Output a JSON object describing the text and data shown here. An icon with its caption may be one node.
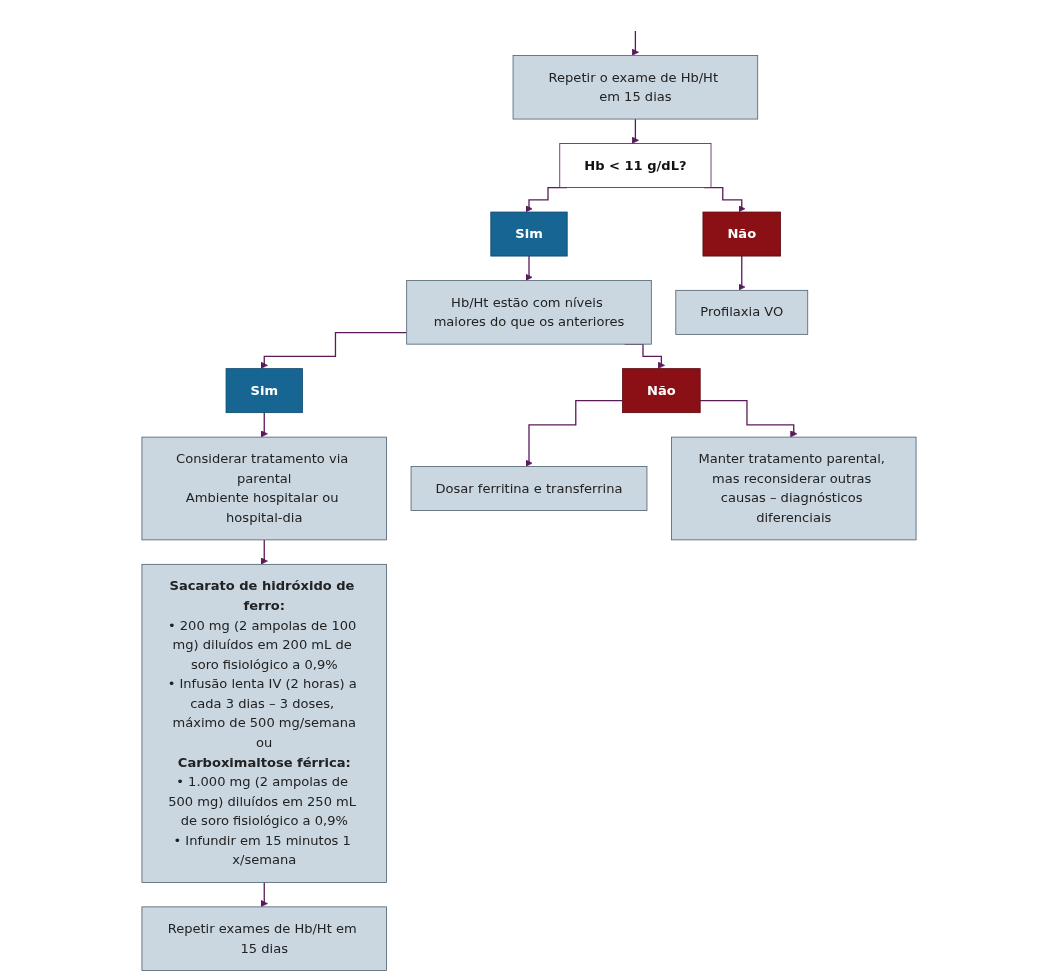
{
  "diagram": {
    "nodes": [
      {
        "text": [
          "Repetir o exame de Hb/Ht em 15 dias"
        ]
      },
      {
        "text": [
          "Hb < 11 g/dL?"
        ]
      },
      {
        "text": [
          "Sim"
        ]
      },
      {
        "text": [
          "Não"
        ]
      },
      {
        "text": [
          "Hb/Ht estão com níveis maiores do que os anteriores"
        ]
      },
      {
        "text": [
          "Profilaxia VO"
        ]
      },
      {
        "text": [
          "Sim"
        ]
      },
      {
        "text": [
          "Não"
        ]
      },
      {
        "text": [
          "Considerar tratamento via parental",
          "Ambiente hospitalar ou hospital-dia"
        ]
      },
      {
        "text": [
          "Dosar ferritina e transferrina"
        ]
      },
      {
        "text": [
          "Manter tratamento parental, mas reconsiderar outras causas – diagnósticos diferenciais"
        ]
      },
      {
        "text": [
          "**Sacarato de hidróxido de ferro:**",
          "• 200 mg (2 ampolas de 100 mg) diluídos em 200 mL de soro fisiológico a 0,9%",
          "• Infusão lenta IV (2 horas) a cada 3 dias – 3 doses, máximo de 500 mg/semana",
          "ou",
          "**Carboximaltose férrica:**",
          "• 1.000 mg (2 ampolas de 500 mg) diluídos em 250 mL de soro fisiológico a 0,9%",
          "• Infundir em 15 minutos 1 x/semana"
        ]
      },
      {
        "text": [
          "Repetir exames de Hb/Ht em 15 dias"
        ]
      }
    ],
    "edges": [
      {
        "from": null,
        "to": 0,
        "arrow": "to"
      },
      {
        "from": 0,
        "to": 1,
        "arrow": "to"
      },
      {
        "from": 1,
        "to": 2,
        "arrow": "to"
      },
      {
        "from": 1,
        "to": 3,
        "arrow": "to"
      },
      {
        "from": 2,
        "to": 4,
        "arrow": "to"
      },
      {
        "from": 3,
        "to": 5,
        "arrow": "to"
      },
      {
        "from": 4,
        "to": 6,
        "arrow": "to"
      },
      {
        "from": 4,
        "to": 7,
        "arrow": "to"
      },
      {
        "from": 6,
        "to": 8,
        "arrow": "to"
      },
      {
        "from": 7,
        "to": 9,
        "arrow": "to"
      },
      {
        "from": 7,
        "to": 10,
        "arrow": "to"
      },
      {
        "from": 8,
        "to": 11,
        "arrow": "to"
      },
      {
        "from": 11,
        "to": 12,
        "arrow": "to"
      }
    ]
  }
}
